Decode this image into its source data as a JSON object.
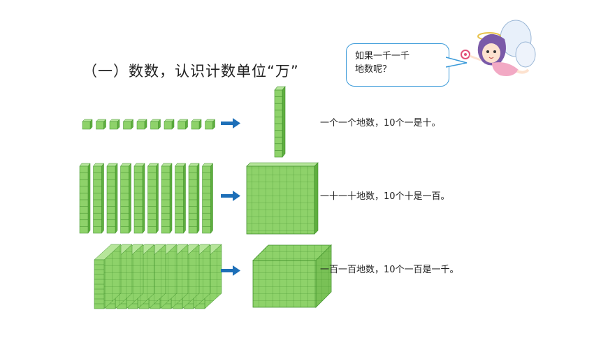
{
  "title": "（一）数数，认识计数单位“万”",
  "bubble": {
    "line1": "如果一千一千",
    "line2": "地数呢？"
  },
  "rows": [
    {
      "text": "一个一个地数，10个一是十。",
      "count": 10
    },
    {
      "text": "一十一十地数，10个十是一百。",
      "count": 10
    },
    {
      "text": "一百一百地数，10个一百是一千。",
      "count": 10
    }
  ],
  "colors": {
    "block_face": "#8ed26a",
    "block_top": "#b6e59a",
    "block_side": "#5fae3f",
    "grid_line": "#3f8f2a",
    "arrow": "#1d6fb8",
    "bubble_border": "#3a9ad9"
  },
  "icons": {
    "fairy": "fairy-character-icon",
    "arrow": "right-arrow-icon"
  }
}
